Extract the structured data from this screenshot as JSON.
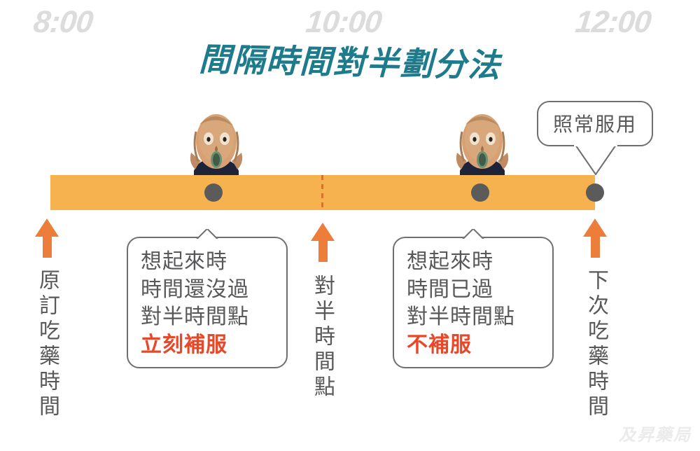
{
  "title": "間隔時間對半劃分法",
  "timeline": {
    "time_labels": [
      "8:00",
      "10:00",
      "12:00"
    ],
    "bar_color": "#F6B24E",
    "dot_color": "#5B5B5B",
    "half_marker_color": "#E8683A",
    "arrow_color": "#ED7D3A",
    "markers": [
      {
        "name": "original-dose-dot",
        "label": ""
      },
      {
        "name": "missed-dose-dot",
        "label": ""
      },
      {
        "name": "next-dose-dot",
        "label": ""
      }
    ]
  },
  "captions": {
    "left": "原訂吃藥時間",
    "middle": "對半時間點",
    "right": "下次吃藥時間"
  },
  "callouts": [
    {
      "name": "before-half-point",
      "lines": [
        "想起來時",
        "時間還沒過",
        "對半時間點"
      ],
      "action": "立刻補服",
      "action_color": "#E8482A"
    },
    {
      "name": "after-half-point",
      "lines": [
        "想起來時",
        "時間已過",
        "對半時間點"
      ],
      "action": "不補服",
      "action_color": "#E8482A"
    }
  ],
  "bubble": {
    "text": "照常服用"
  },
  "figures": [
    {
      "name": "scream-figure-left"
    },
    {
      "name": "scream-figure-right"
    }
  ],
  "watermark": "及昇藥局",
  "colors": {
    "title": "#1D7B8C",
    "time_label": "#DCDCDC",
    "body_text": "#58585A",
    "outline": "#6F6F6F",
    "watermark": "#EBEBEB"
  }
}
